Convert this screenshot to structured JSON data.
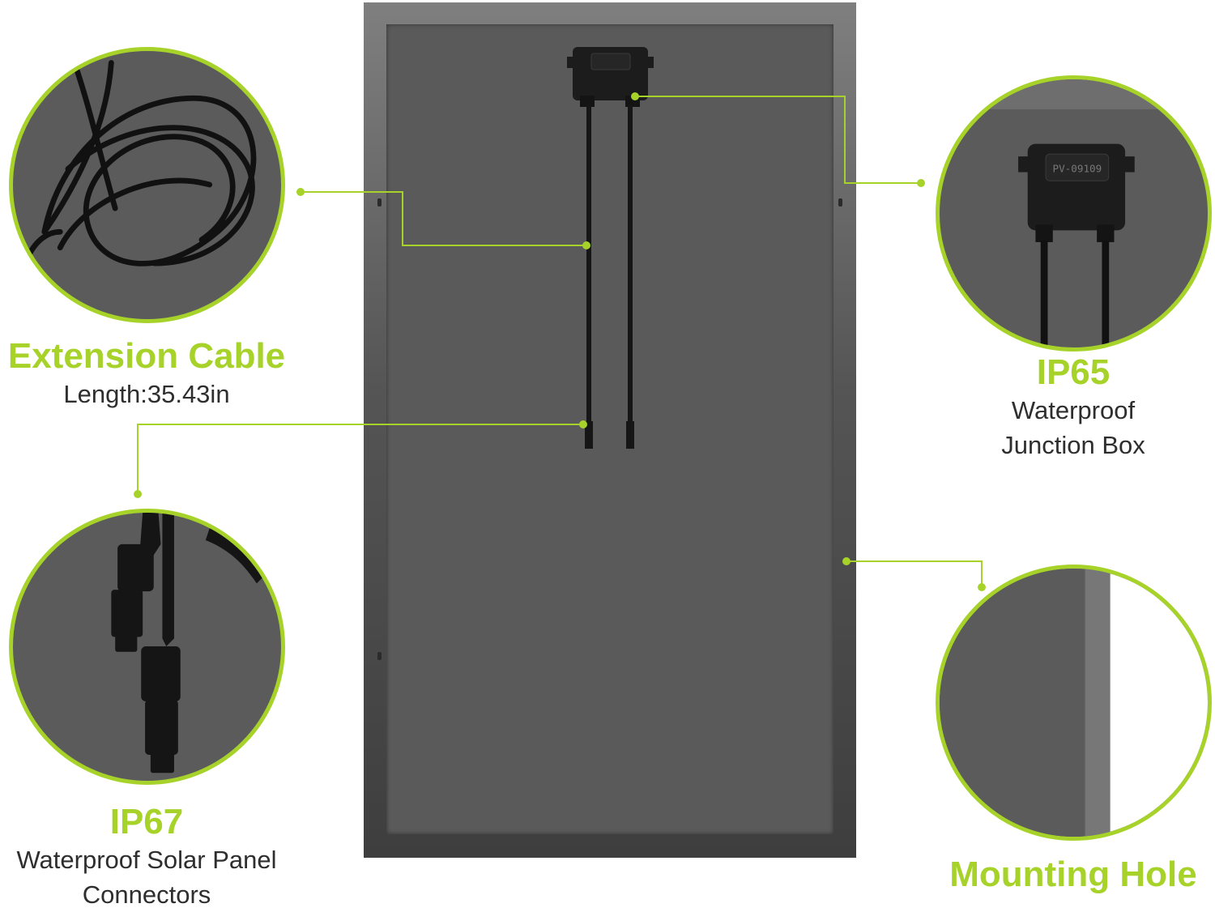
{
  "features": {
    "extension_cable": {
      "title": "Extension Cable",
      "detail": "Length:35.43in"
    },
    "junction_box": {
      "title": "IP65",
      "detail_line1": "Waterproof",
      "detail_line2": "Junction Box"
    },
    "connectors": {
      "title": "IP67",
      "detail_line1": "Waterproof Solar Panel",
      "detail_line2": "Connectors"
    },
    "mounting_hole": {
      "title": "Mounting Hole"
    }
  },
  "junction_box_marking": "PV-09109",
  "colors": {
    "accent": "#a6d22a",
    "panel": "#5a5a5a",
    "text": "#2e2e2e"
  }
}
